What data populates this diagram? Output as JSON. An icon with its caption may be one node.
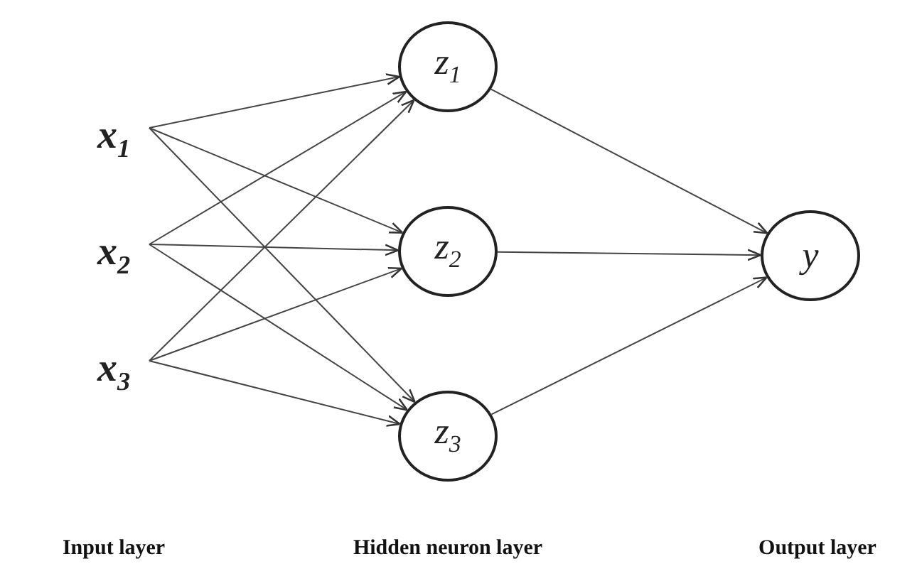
{
  "diagram": {
    "nodes": [
      {
        "text": [
          "x$_{1}$"
        ]
      },
      {
        "text": [
          "x$_{2}$"
        ]
      },
      {
        "text": [
          "x$_{3}$"
        ]
      },
      {
        "text": [
          "z$_{1}$"
        ]
      },
      {
        "text": [
          "z$_{2}$"
        ]
      },
      {
        "text": [
          "z$_{3}$"
        ]
      },
      {
        "text": [
          "y"
        ]
      }
    ],
    "edges": [
      {
        "from": 0,
        "to": 3,
        "arrow": "to"
      },
      {
        "from": 0,
        "to": 4,
        "arrow": "to"
      },
      {
        "from": 0,
        "to": 5,
        "arrow": "to"
      },
      {
        "from": 1,
        "to": 3,
        "arrow": "to"
      },
      {
        "from": 1,
        "to": 4,
        "arrow": "to"
      },
      {
        "from": 1,
        "to": 5,
        "arrow": "to"
      },
      {
        "from": 2,
        "to": 3,
        "arrow": "to"
      },
      {
        "from": 2,
        "to": 4,
        "arrow": "to"
      },
      {
        "from": 2,
        "to": 5,
        "arrow": "to"
      },
      {
        "from": 3,
        "to": 6,
        "arrow": "to"
      },
      {
        "from": 4,
        "to": 6,
        "arrow": "to"
      },
      {
        "from": 5,
        "to": 6,
        "arrow": "to"
      }
    ],
    "labels": [
      "Input layer",
      "Hidden neuron layer",
      "Output layer"
    ]
  }
}
